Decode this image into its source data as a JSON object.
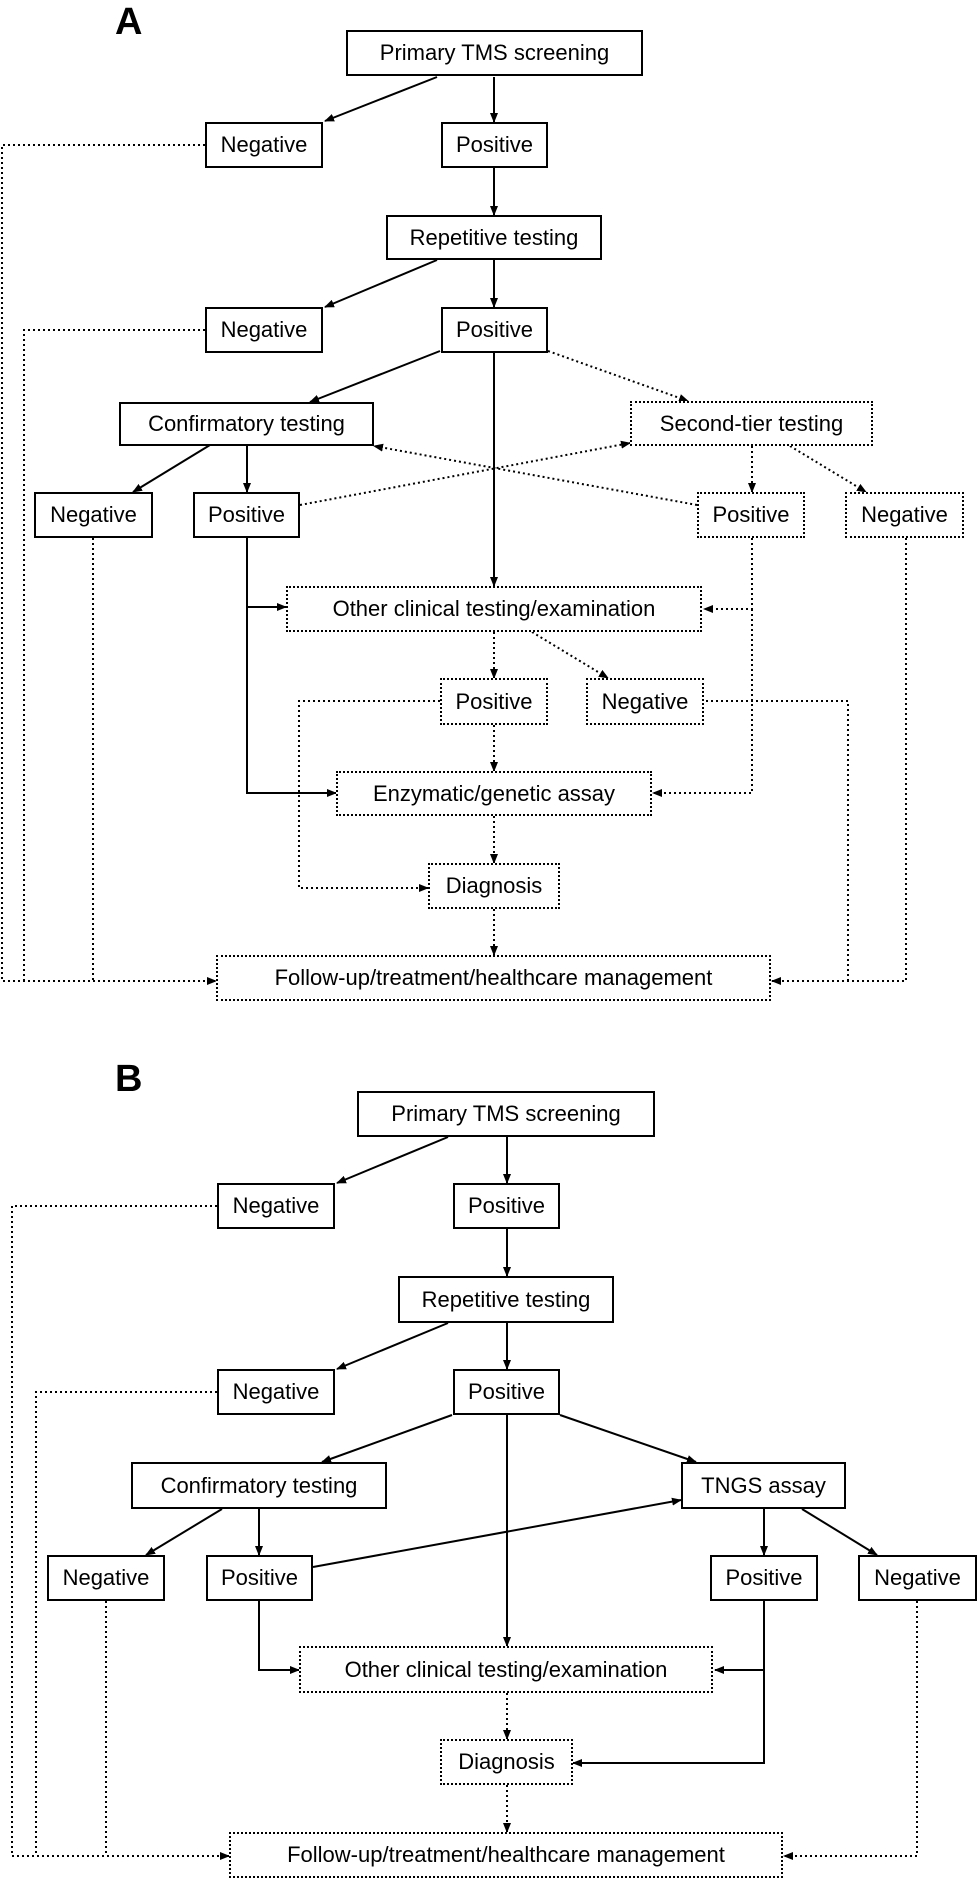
{
  "panels": [
    {
      "label": "A",
      "nodes": [
        {
          "id": "a_primary",
          "text": "Primary TMS screening",
          "style": "solid"
        },
        {
          "id": "a_neg1",
          "text": "Negative",
          "style": "solid"
        },
        {
          "id": "a_pos1",
          "text": "Positive",
          "style": "solid"
        },
        {
          "id": "a_rep",
          "text": "Repetitive testing",
          "style": "solid"
        },
        {
          "id": "a_neg2",
          "text": "Negative",
          "style": "solid"
        },
        {
          "id": "a_pos2",
          "text": "Positive",
          "style": "solid"
        },
        {
          "id": "a_conf",
          "text": "Confirmatory testing",
          "style": "solid"
        },
        {
          "id": "a_second",
          "text": "Second-tier testing",
          "style": "dotted"
        },
        {
          "id": "a_neg3",
          "text": "Negative",
          "style": "solid"
        },
        {
          "id": "a_pos3",
          "text": "Positive",
          "style": "solid"
        },
        {
          "id": "a_pos4",
          "text": "Positive",
          "style": "dotted"
        },
        {
          "id": "a_neg4",
          "text": "Negative",
          "style": "dotted"
        },
        {
          "id": "a_other",
          "text": "Other clinical testing/examination",
          "style": "dotted"
        },
        {
          "id": "a_pos5",
          "text": "Positive",
          "style": "dotted"
        },
        {
          "id": "a_neg5",
          "text": "Negative",
          "style": "dotted"
        },
        {
          "id": "a_enz",
          "text": "Enzymatic/genetic assay",
          "style": "dotted"
        },
        {
          "id": "a_diag",
          "text": "Diagnosis",
          "style": "dotted"
        },
        {
          "id": "a_follow",
          "text": "Follow-up/treatment/healthcare management",
          "style": "dotted"
        }
      ]
    },
    {
      "label": "B",
      "nodes": [
        {
          "id": "b_primary",
          "text": "Primary TMS screening",
          "style": "solid"
        },
        {
          "id": "b_neg1",
          "text": "Negative",
          "style": "solid"
        },
        {
          "id": "b_pos1",
          "text": "Positive",
          "style": "solid"
        },
        {
          "id": "b_rep",
          "text": "Repetitive testing",
          "style": "solid"
        },
        {
          "id": "b_neg2",
          "text": "Negative",
          "style": "solid"
        },
        {
          "id": "b_pos2",
          "text": "Positive",
          "style": "solid"
        },
        {
          "id": "b_conf",
          "text": "Confirmatory testing",
          "style": "solid"
        },
        {
          "id": "b_tngs",
          "text": "TNGS assay",
          "style": "solid"
        },
        {
          "id": "b_neg3",
          "text": "Negative",
          "style": "solid"
        },
        {
          "id": "b_pos3",
          "text": "Positive",
          "style": "solid"
        },
        {
          "id": "b_pos4",
          "text": "Positive",
          "style": "solid"
        },
        {
          "id": "b_neg4",
          "text": "Negative",
          "style": "solid"
        },
        {
          "id": "b_other",
          "text": "Other clinical testing/examination",
          "style": "dotted"
        },
        {
          "id": "b_diag",
          "text": "Diagnosis",
          "style": "dotted"
        },
        {
          "id": "b_follow",
          "text": "Follow-up/treatment/healthcare management",
          "style": "dotted"
        }
      ]
    }
  ]
}
